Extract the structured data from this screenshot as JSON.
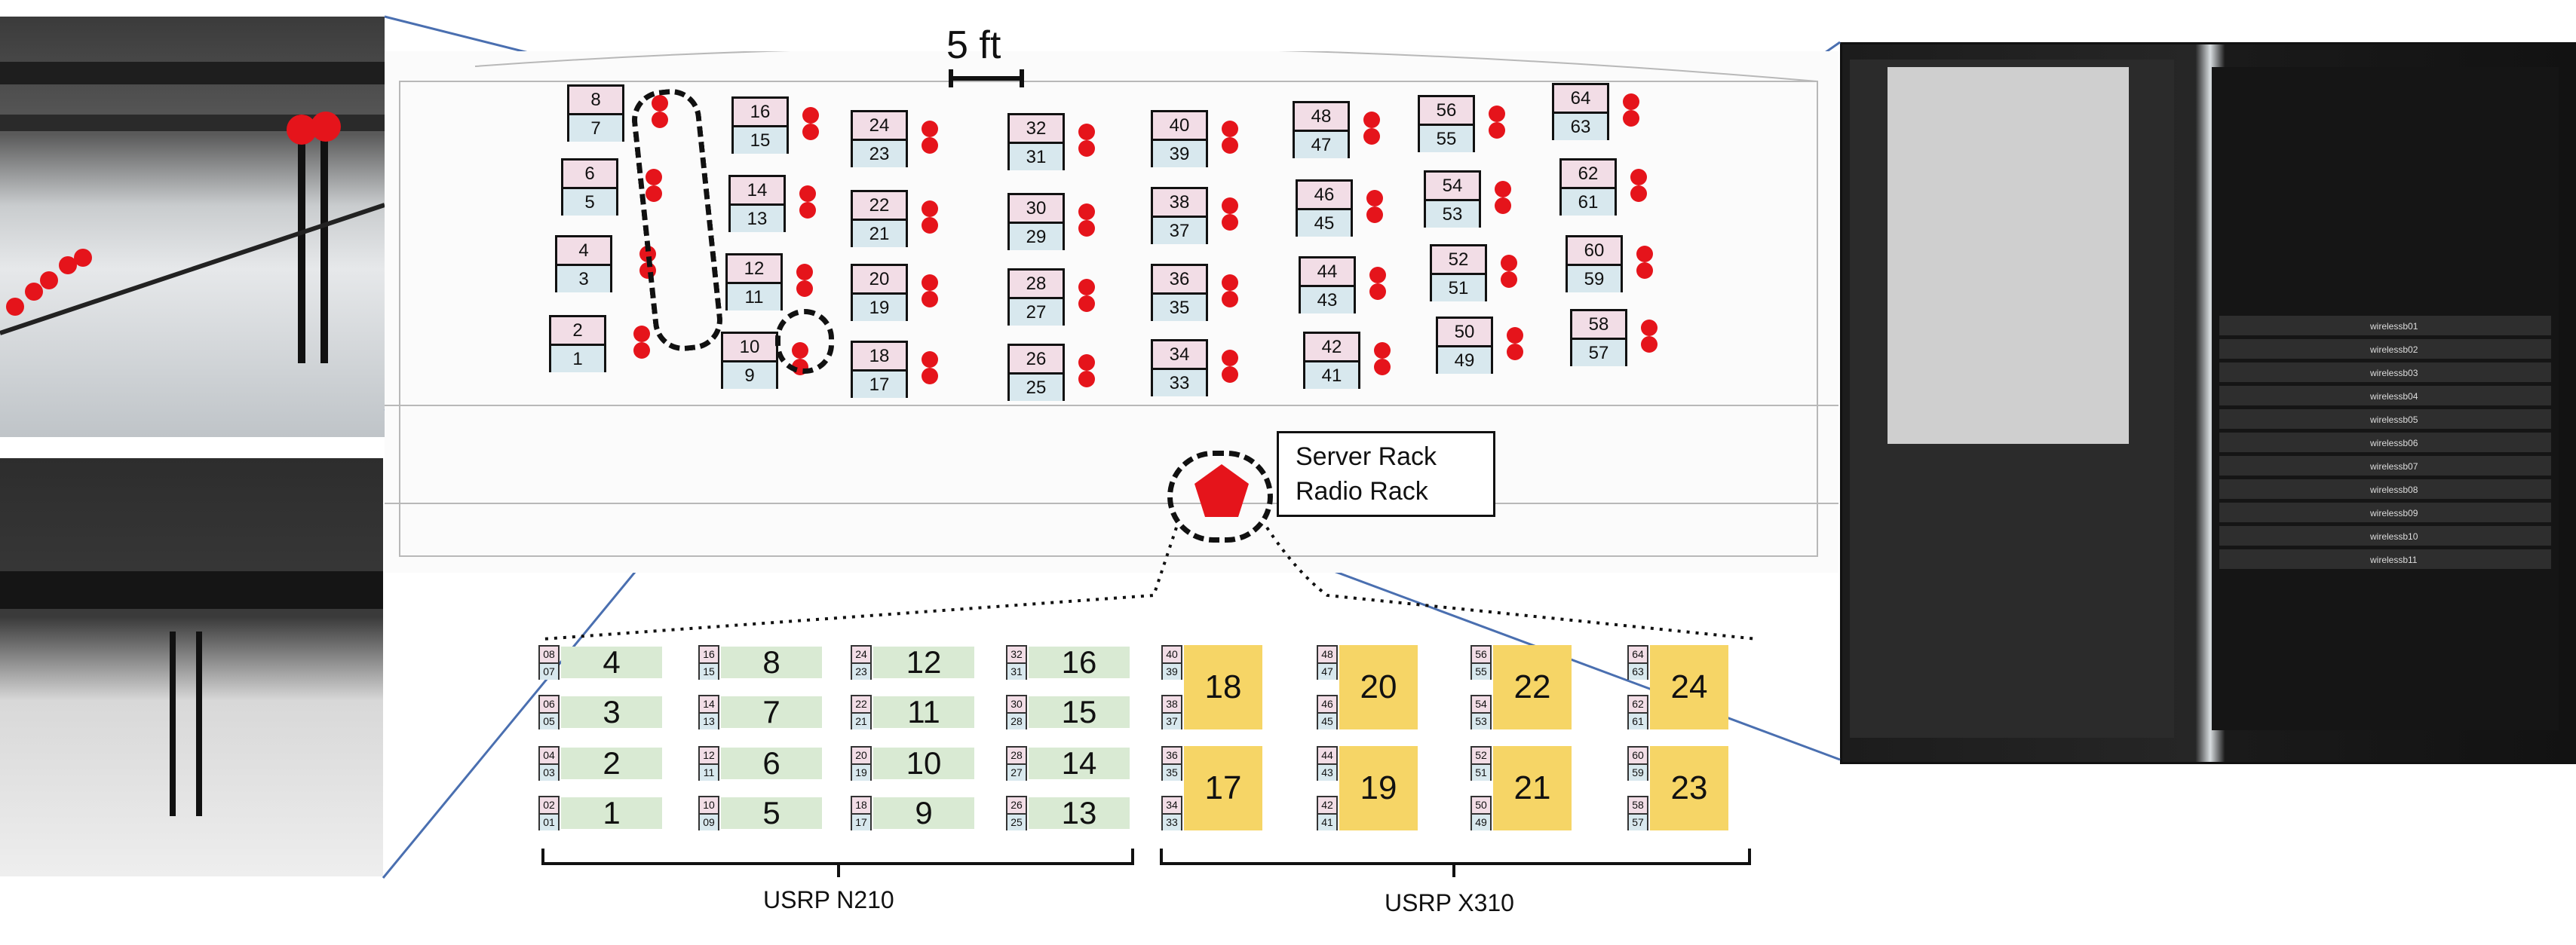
{
  "scale_label": "5 ft",
  "rack_label": {
    "line1": "Server Rack",
    "line2": "Radio Rack"
  },
  "nodes": [
    {
      "top": "8",
      "bot": "7"
    },
    {
      "top": "6",
      "bot": "5"
    },
    {
      "top": "4",
      "bot": "3"
    },
    {
      "top": "2",
      "bot": "1"
    },
    {
      "top": "16",
      "bot": "15"
    },
    {
      "top": "14",
      "bot": "13"
    },
    {
      "top": "12",
      "bot": "11"
    },
    {
      "top": "10",
      "bot": "9"
    },
    {
      "top": "24",
      "bot": "23"
    },
    {
      "top": "22",
      "bot": "21"
    },
    {
      "top": "20",
      "bot": "19"
    },
    {
      "top": "18",
      "bot": "17"
    },
    {
      "top": "32",
      "bot": "31"
    },
    {
      "top": "30",
      "bot": "29"
    },
    {
      "top": "28",
      "bot": "27"
    },
    {
      "top": "26",
      "bot": "25"
    },
    {
      "top": "40",
      "bot": "39"
    },
    {
      "top": "38",
      "bot": "37"
    },
    {
      "top": "36",
      "bot": "35"
    },
    {
      "top": "34",
      "bot": "33"
    },
    {
      "top": "48",
      "bot": "47"
    },
    {
      "top": "46",
      "bot": "45"
    },
    {
      "top": "44",
      "bot": "43"
    },
    {
      "top": "42",
      "bot": "41"
    },
    {
      "top": "56",
      "bot": "55"
    },
    {
      "top": "54",
      "bot": "53"
    },
    {
      "top": "52",
      "bot": "51"
    },
    {
      "top": "50",
      "bot": "49"
    },
    {
      "top": "64",
      "bot": "63"
    },
    {
      "top": "62",
      "bot": "61"
    },
    {
      "top": "60",
      "bot": "59"
    },
    {
      "top": "58",
      "bot": "57"
    }
  ],
  "n210_slots": [
    {
      "pair": [
        "08",
        "07"
      ],
      "num": "4"
    },
    {
      "pair": [
        "06",
        "05"
      ],
      "num": "3"
    },
    {
      "pair": [
        "04",
        "03"
      ],
      "num": "2"
    },
    {
      "pair": [
        "02",
        "01"
      ],
      "num": "1"
    },
    {
      "pair": [
        "16",
        "15"
      ],
      "num": "8"
    },
    {
      "pair": [
        "14",
        "13"
      ],
      "num": "7"
    },
    {
      "pair": [
        "12",
        "11"
      ],
      "num": "6"
    },
    {
      "pair": [
        "10",
        "09"
      ],
      "num": "5"
    },
    {
      "pair": [
        "24",
        "23"
      ],
      "num": "12"
    },
    {
      "pair": [
        "22",
        "21"
      ],
      "num": "11"
    },
    {
      "pair": [
        "20",
        "19"
      ],
      "num": "10"
    },
    {
      "pair": [
        "18",
        "17"
      ],
      "num": "9"
    },
    {
      "pair": [
        "32",
        "31"
      ],
      "num": "16"
    },
    {
      "pair": [
        "30",
        "28"
      ],
      "num": "15"
    },
    {
      "pair": [
        "28",
        "27"
      ],
      "num": "14"
    },
    {
      "pair": [
        "26",
        "25"
      ],
      "num": "13"
    }
  ],
  "x310_slots": [
    {
      "pairs": [
        [
          "40",
          "39"
        ],
        [
          "38",
          "37"
        ]
      ],
      "num": "18"
    },
    {
      "pairs": [
        [
          "36",
          "35"
        ],
        [
          "34",
          "33"
        ]
      ],
      "num": "17"
    },
    {
      "pairs": [
        [
          "48",
          "47"
        ],
        [
          "46",
          "45"
        ]
      ],
      "num": "20"
    },
    {
      "pairs": [
        [
          "44",
          "43"
        ],
        [
          "42",
          "41"
        ]
      ],
      "num": "19"
    },
    {
      "pairs": [
        [
          "56",
          "55"
        ],
        [
          "54",
          "53"
        ]
      ],
      "num": "22"
    },
    {
      "pairs": [
        [
          "52",
          "51"
        ],
        [
          "50",
          "49"
        ]
      ],
      "num": "21"
    },
    {
      "pairs": [
        [
          "64",
          "63"
        ],
        [
          "62",
          "61"
        ]
      ],
      "num": "24"
    },
    {
      "pairs": [
        [
          "60",
          "59"
        ],
        [
          "58",
          "57"
        ]
      ],
      "num": "23"
    }
  ],
  "group_labels": {
    "n210": "USRP N210",
    "x310": "USRP X310"
  },
  "rack_unit_labels": [
    "wirelessb01",
    "wirelessb02",
    "wirelessb03",
    "wirelessb04",
    "wirelessb05",
    "wirelessb06",
    "wirelessb07",
    "wirelessb08",
    "wirelessb09",
    "wirelessb10",
    "wirelessb11"
  ],
  "colors": {
    "node_top": "#f2dde6",
    "node_bot": "#d8e8ee",
    "antenna": "#e5141b",
    "n210": "#d9ead3",
    "x310": "#f6d566",
    "connector": "#4a6fb0"
  }
}
